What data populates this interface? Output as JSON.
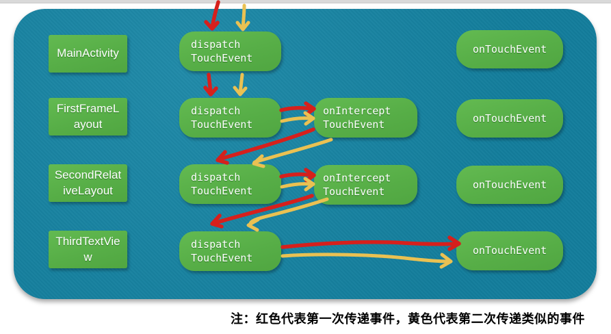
{
  "note": "注：红色代表第一次传递事件，黄色代表第二次传递类似的事件",
  "colors": {
    "red": "#d6201c",
    "yellow": "#eac152",
    "green": "#57ae47",
    "teal": "#1484a4"
  },
  "rows": [
    {
      "label": "MainActivity",
      "dispatch": "dispatch\nTouchEvent",
      "ontouch": "onTouchEvent"
    },
    {
      "label": "FirstFrameL\nayout",
      "dispatch": "dispatch\nTouchEvent",
      "intercept": "onIntercept\nTouchEvent",
      "ontouch": "onTouchEvent"
    },
    {
      "label": "SecondRelat\niveLayout",
      "dispatch": "dispatch\nTouchEvent",
      "intercept": "onIntercept\nTouchEvent",
      "ontouch": "onTouchEvent"
    },
    {
      "label": "ThirdTextVie\nw",
      "dispatch": "dispatch\nTouchEvent",
      "ontouch": "onTouchEvent"
    }
  ]
}
